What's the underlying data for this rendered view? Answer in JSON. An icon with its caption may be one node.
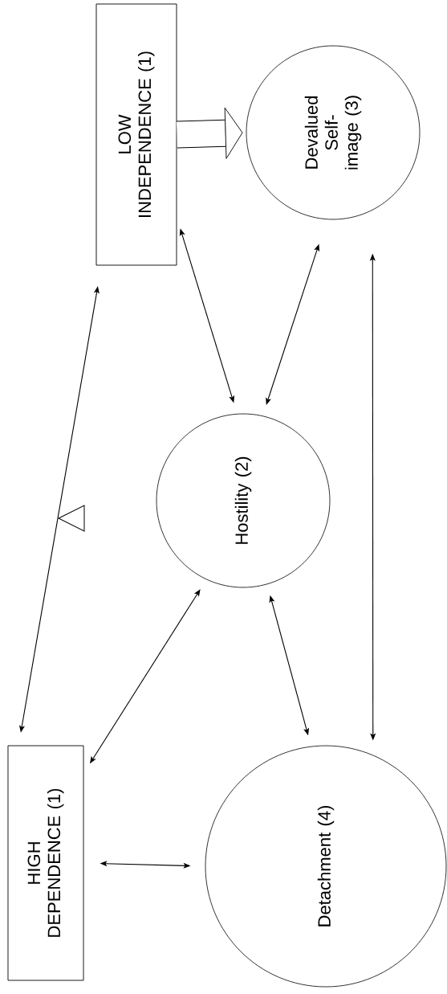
{
  "diagram": {
    "nodes": [
      {
        "text": [
          "LOW INDEPENDENCE (1)"
        ]
      },
      {
        "text": [
          "Devalued Self-image (3)"
        ]
      },
      {
        "text": [
          "Hostility (2)"
        ]
      },
      {
        "text": [
          "HIGH DEPENDENCE (1)"
        ]
      },
      {
        "text": [
          "Detachment (4)"
        ]
      }
    ],
    "edges": [
      {
        "from": 0,
        "to": 1,
        "arrow": "to",
        "style": "thick"
      },
      {
        "from": 3,
        "to": 0,
        "arrow": "both"
      },
      {
        "from": 0,
        "to": 2,
        "arrow": "both"
      },
      {
        "from": 1,
        "to": 2,
        "arrow": "both"
      },
      {
        "from": 2,
        "to": 3,
        "arrow": "both"
      },
      {
        "from": 2,
        "to": 4,
        "arrow": "both"
      },
      {
        "from": 1,
        "to": 4,
        "arrow": "both"
      },
      {
        "from": 3,
        "to": 4,
        "arrow": "both"
      }
    ]
  }
}
